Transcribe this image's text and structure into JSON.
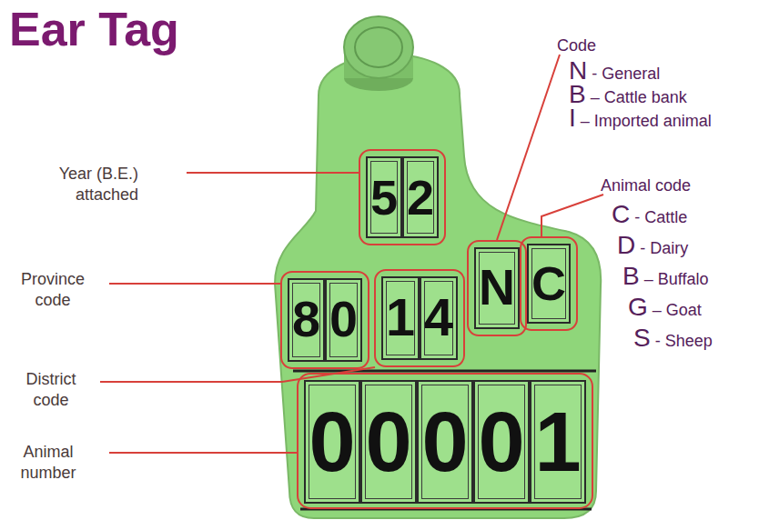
{
  "diagram": {
    "title": "Ear Tag",
    "nodes": [
      {
        "text": [
          "5"
        ]
      },
      {
        "text": [
          "2"
        ]
      },
      {
        "text": [
          "8"
        ]
      },
      {
        "text": [
          "0"
        ]
      },
      {
        "text": [
          "1"
        ]
      },
      {
        "text": [
          "4"
        ]
      },
      {
        "text": [
          "N"
        ]
      },
      {
        "text": [
          "C"
        ]
      },
      {
        "text": [
          "0"
        ]
      },
      {
        "text": [
          "0"
        ]
      },
      {
        "text": [
          "0"
        ]
      },
      {
        "text": [
          "0"
        ]
      },
      {
        "text": [
          "1"
        ]
      }
    ],
    "labels": [
      "Code",
      "N - General",
      "B – Cattle bank",
      "I – Imported animal",
      "Year (B.E.) attached",
      "Animal code",
      "C - Cattle",
      "D - Dairy",
      "B – Buffalo",
      "G – Goat",
      "S - Sheep",
      "Province code",
      "District code",
      "Animal number"
    ]
  }
}
